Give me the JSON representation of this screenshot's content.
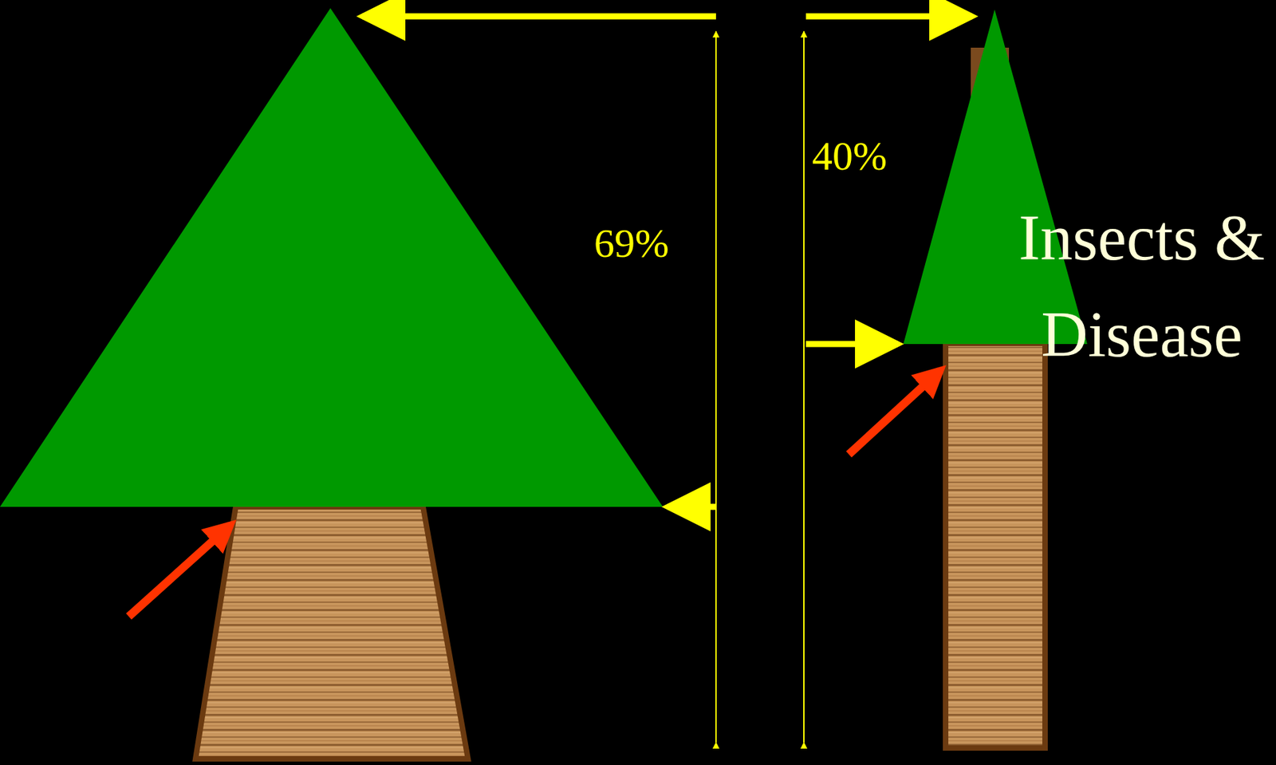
{
  "diagram": {
    "labels": [
      "69%",
      "40%",
      "Insects & Disease"
    ]
  }
}
